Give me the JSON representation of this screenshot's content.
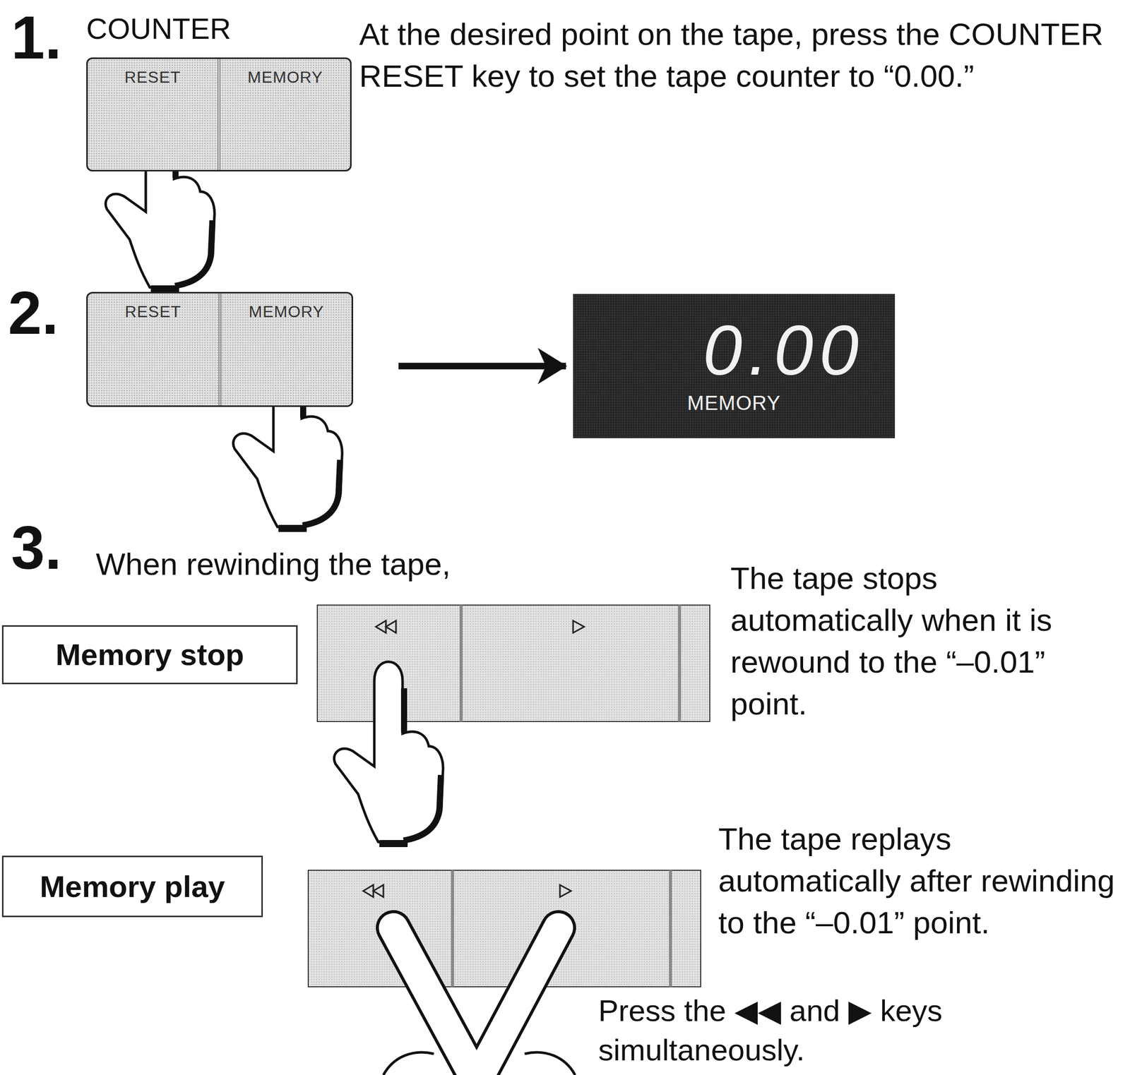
{
  "diagram": {
    "nodes": [
      {
        "text": [
          "COUNTER",
          "RESET",
          "MEMORY"
        ]
      },
      {
        "text": [
          "RESET",
          "MEMORY"
        ]
      },
      {
        "text": [
          "0.00",
          "MEMORY"
        ]
      },
      {
        "text": [
          "Memory stop"
        ]
      },
      {
        "text": [
          "Memory play"
        ]
      }
    ],
    "edges": [
      {
        "from": 1,
        "to": 2,
        "arrow": "to"
      }
    ],
    "labels": [
      "1.",
      "At the desired point on the tape, press the COUNTER RESET key to set the tape counter to “0.00.”",
      "2.",
      "3.",
      "When rewinding the tape,",
      "The tape stops automatically when it is rewound to the “–0.01” point.",
      "The tape replays automatically after rewinding to the “–0.01” point.",
      "Press the ◀◀ and ▶ keys simultaneously."
    ]
  }
}
